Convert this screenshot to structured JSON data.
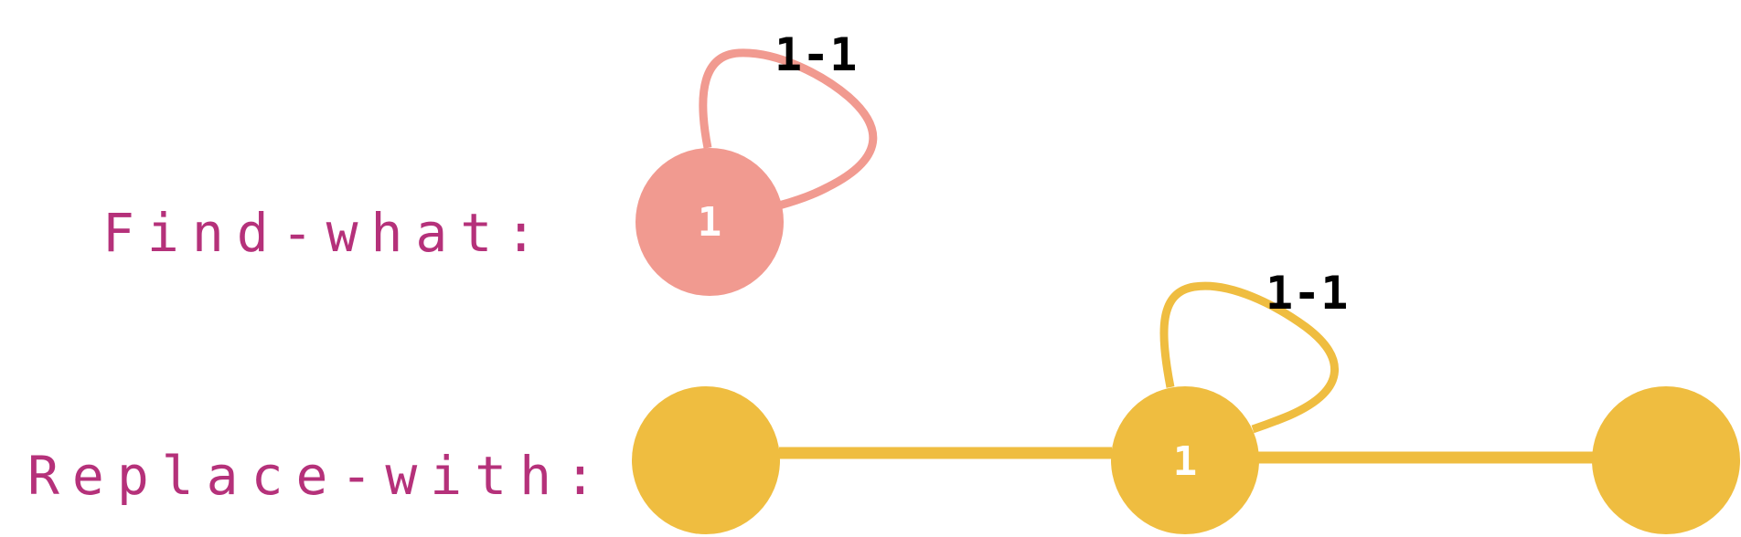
{
  "colors": {
    "label": "#b5317a",
    "find_node": "#f19a90",
    "replace_node": "#efbd40",
    "edge_label": "#000000",
    "node_label": "#ffffff"
  },
  "labels": {
    "find": "Find-what:",
    "replace": "Replace-with:"
  },
  "find_pattern": {
    "nodes": [
      {
        "label": "1"
      }
    ],
    "self_loops": [
      {
        "label": "1-1"
      }
    ]
  },
  "replace_pattern": {
    "nodes": [
      {
        "label": ""
      },
      {
        "label": "1"
      },
      {
        "label": ""
      }
    ],
    "edges": [
      {
        "label": ""
      },
      {
        "label": ""
      }
    ],
    "self_loops": [
      {
        "label": "1-1"
      }
    ]
  }
}
